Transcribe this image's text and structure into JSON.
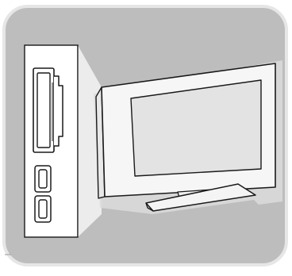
{
  "illustration": {
    "subject": "tv-side-connectors",
    "colors": {
      "panel_bg": "#bdbdbd",
      "panel_border": "#e4e4e4",
      "side_panel_fill": "#ffffff",
      "beam_fill": "#eaeaea",
      "tv_body": "#f4f4f4",
      "tv_screen": "#e2e2e2",
      "stroke": "#1a1a1a",
      "shadow": "#d0d0d0"
    },
    "connectors": [
      {
        "kind": "card-slot"
      },
      {
        "kind": "usb-port"
      },
      {
        "kind": "usb-port"
      }
    ]
  }
}
